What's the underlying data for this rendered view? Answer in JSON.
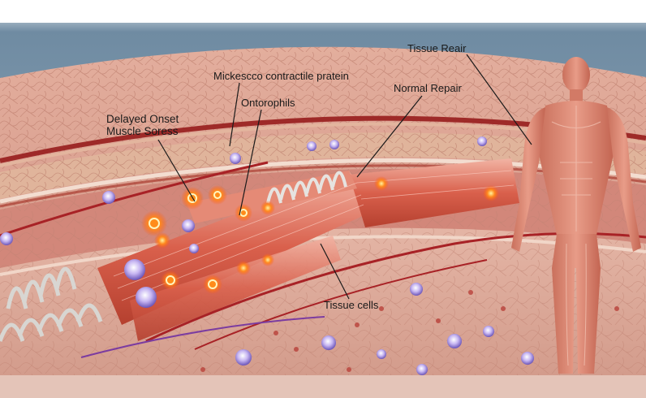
{
  "labels": {
    "delayed_onset_line1": "Delayed Onset",
    "delayed_onset_line2": "Muscle Soress",
    "contractile_protein": "Mickescco contractile pratein",
    "ontorophils": "Ontorophils",
    "normal_repair": "Normal Repair",
    "tissue_repair": "Tissue Reair",
    "tissue_cells": "Tissue cells"
  },
  "colors": {
    "sky": "#5d7d96",
    "skin_top": "#d69c8c",
    "skin_cell_line": "#b97565",
    "fat_layer": "#e2b89e",
    "fascia": "#f3ddd0",
    "deep_tissue": "#d9a898",
    "muscle_fiber": "#d75b48",
    "inflamed_cell": "#ff7a1a",
    "immune_cell": "#9a7fd6",
    "vessel": "#a82226",
    "leader_line": "#1a1a1a"
  }
}
